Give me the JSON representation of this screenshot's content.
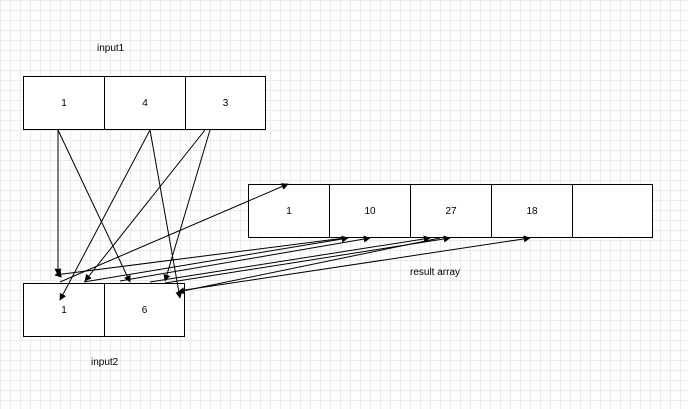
{
  "labels": {
    "input1": "input1",
    "input2": "input2",
    "result": "result array"
  },
  "input1": [
    "1",
    "4",
    "3"
  ],
  "input2": [
    "1",
    "6"
  ],
  "result": [
    "1",
    "10",
    "27",
    "18",
    ""
  ]
}
